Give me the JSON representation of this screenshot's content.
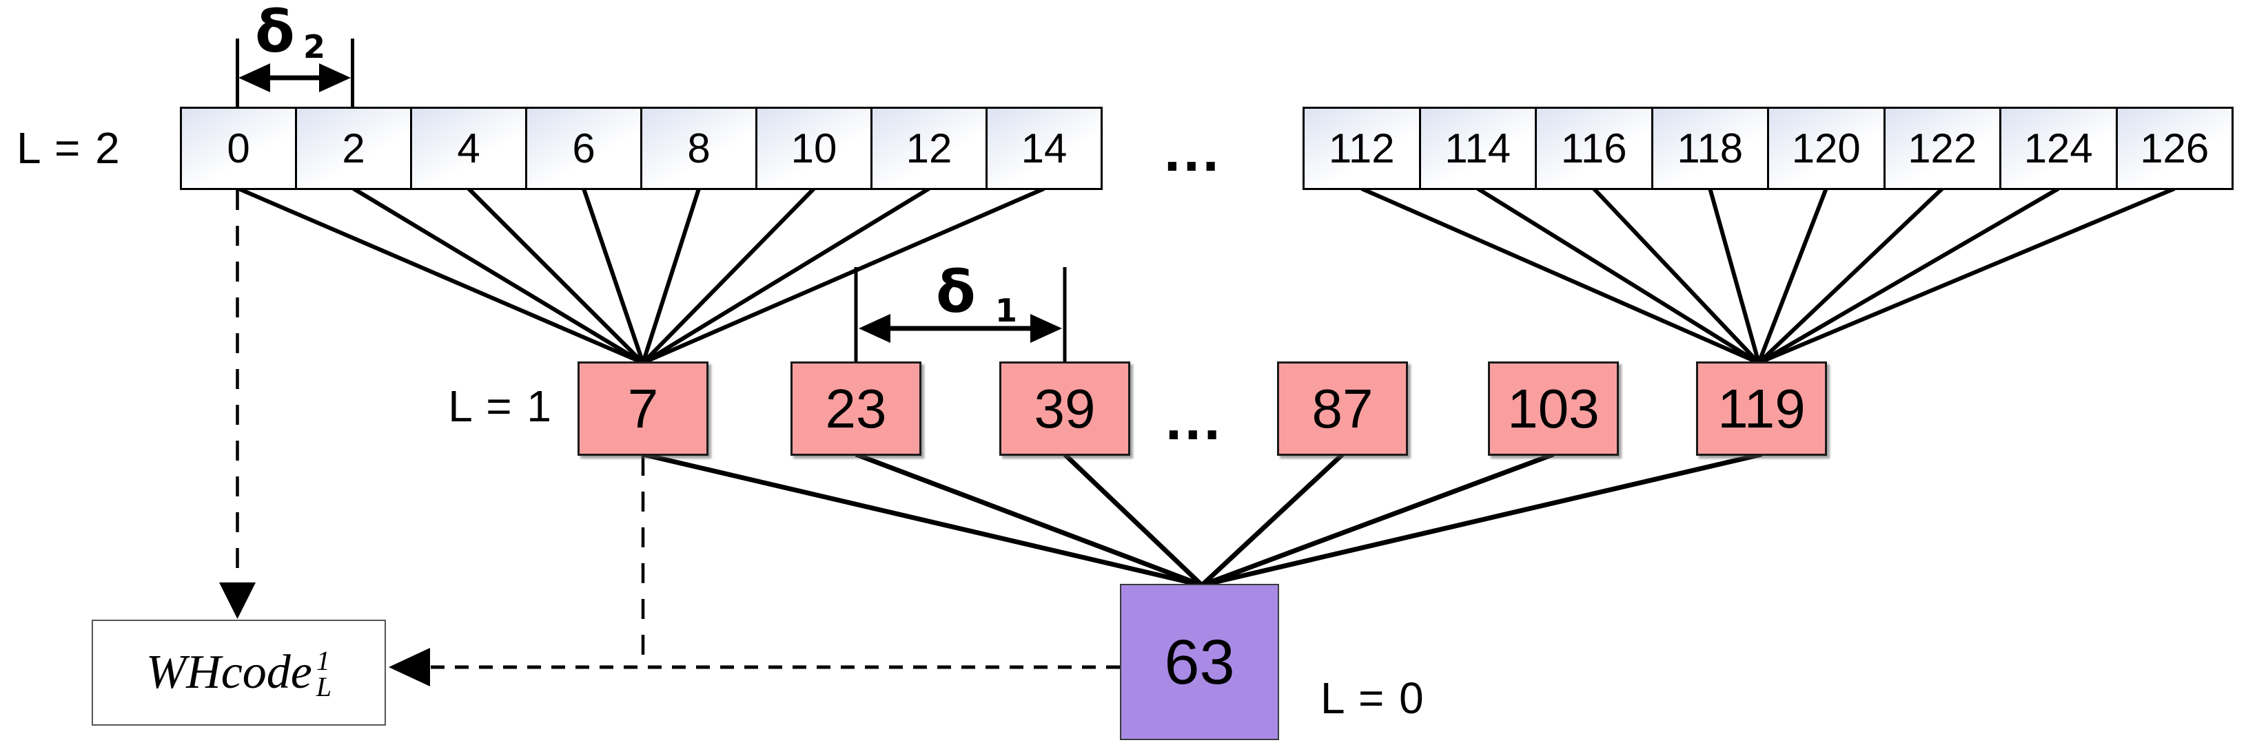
{
  "labels": {
    "level2": "L = 2",
    "level1": "L = 1",
    "level0": "L = 0"
  },
  "level2_row": {
    "left_cells": [
      "0",
      "2",
      "4",
      "6",
      "8",
      "10",
      "12",
      "14"
    ],
    "gap_ellipsis": "...",
    "right_cells": [
      "112",
      "114",
      "116",
      "118",
      "120",
      "122",
      "124",
      "126"
    ]
  },
  "level1_row": {
    "box_values": [
      "7",
      "23",
      "39",
      "87",
      "103",
      "119"
    ],
    "gap_ellipsis": "..."
  },
  "level0": {
    "value": "63"
  },
  "whcode": {
    "base": "WHcode",
    "sup": "1",
    "sub": "L"
  },
  "delta2": {
    "symbol": "δ",
    "sub": "2"
  },
  "delta1": {
    "symbol": "δ",
    "sub": "1"
  },
  "colors": {
    "level1_fill": "#FA9F9F",
    "level0_fill": "#A98BE6",
    "cell_tint": "#DDE3F2",
    "line": "#000000"
  }
}
